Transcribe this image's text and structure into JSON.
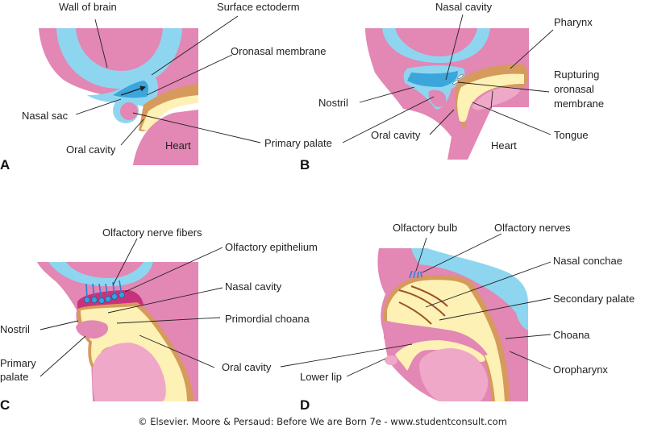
{
  "colors": {
    "pink": "#e387b4",
    "light_pink": "#f0a8c8",
    "blue": "#8ed6f0",
    "deep_blue": "#3aa6dc",
    "yellow": "#fdf1b5",
    "tan": "#d69a5c",
    "brown": "#9c5426",
    "magenta": "#c8327c"
  },
  "panels": {
    "A": {
      "letter": "A",
      "labels": {
        "wall_of_brain": "Wall of brain",
        "surface_ectoderm": "Surface ectoderm",
        "oronasal_membrane": "Oronasal membrane",
        "nasal_sac": "Nasal sac",
        "oral_cavity": "Oral cavity",
        "heart": "Heart",
        "primary_palate": "Primary palate"
      }
    },
    "B": {
      "letter": "B",
      "labels": {
        "nasal_cavity": "Nasal cavity",
        "pharynx": "Pharynx",
        "rupturing_1": "Rupturing",
        "rupturing_2": "oronasal",
        "rupturing_3": "membrane",
        "nostril": "Nostril",
        "oral_cavity": "Oral cavity",
        "tongue": "Tongue",
        "heart": "Heart"
      }
    },
    "C": {
      "letter": "C",
      "labels": {
        "olfactory_nerve_fibers": "Olfactory nerve fibers",
        "olfactory_epithelium": "Olfactory epithelium",
        "nasal_cavity": "Nasal cavity",
        "primordial_choana": "Primordial choana",
        "nostril": "Nostril",
        "primary_palate_1": "Primary",
        "primary_palate_2": "palate",
        "oral_cavity": "Oral cavity"
      }
    },
    "D": {
      "letter": "D",
      "labels": {
        "olfactory_bulb": "Olfactory bulb",
        "olfactory_nerves": "Olfactory nerves",
        "nasal_conchae": "Nasal conchae",
        "secondary_palate": "Secondary palate",
        "choana": "Choana",
        "oropharynx": "Oropharynx",
        "lower_lip": "Lower lip"
      }
    }
  },
  "credit": "© Elsevier. Moore & Persaud: Before We are Born 7e - www.studentconsult.com"
}
